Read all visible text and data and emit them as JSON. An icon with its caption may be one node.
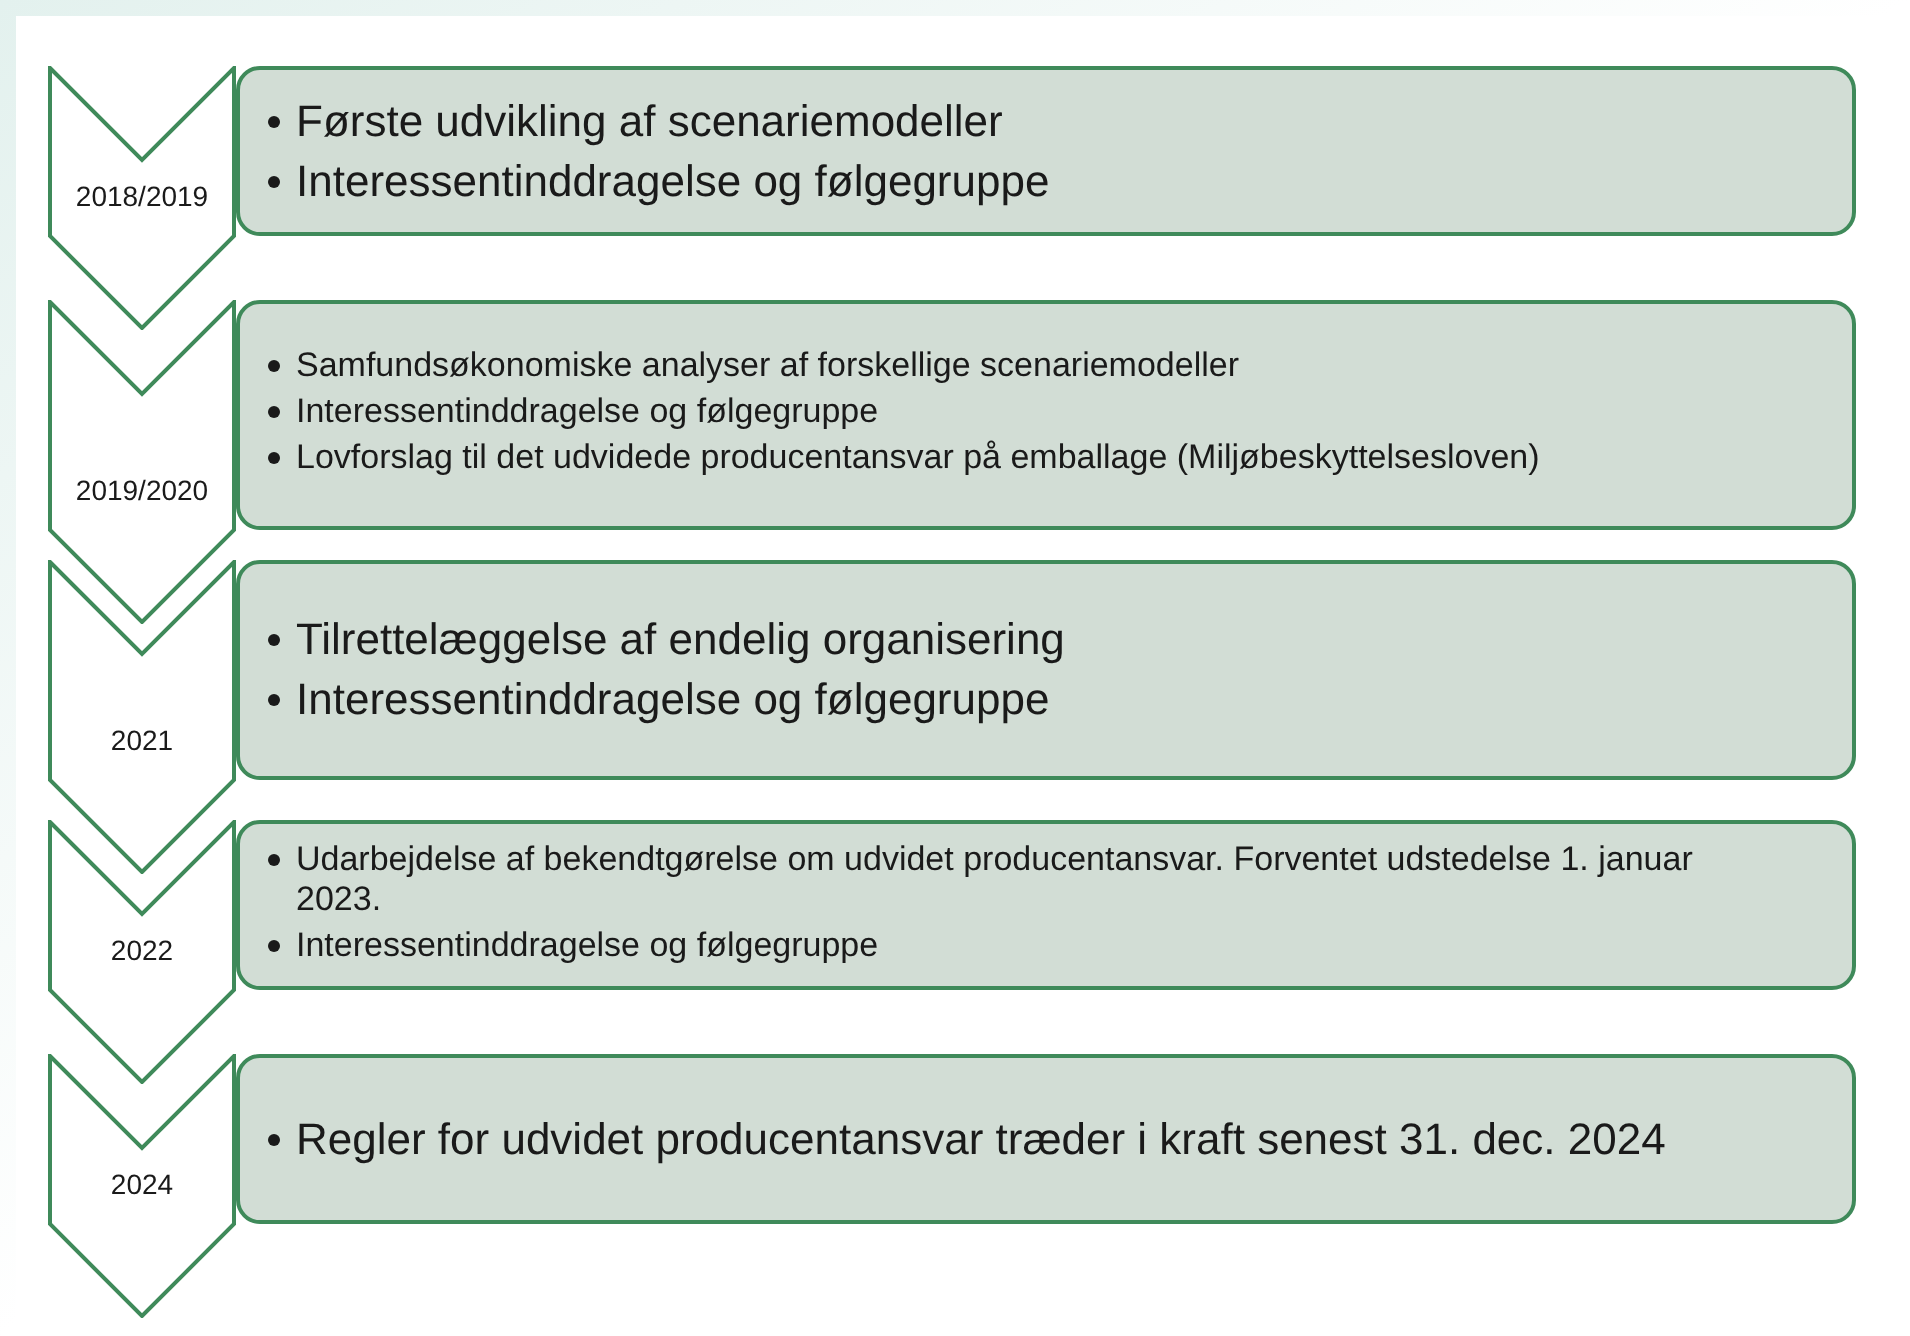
{
  "diagram": {
    "nodes": [
      {
        "text": [
          "2018/2019"
        ]
      },
      {
        "text": [
          "Første udvikling af scenariemodeller",
          "Interessentinddragelse og følgegruppe"
        ]
      },
      {
        "text": [
          "2019/2020"
        ]
      },
      {
        "text": [
          "Samfundsøkonomiske analyser af forskellige scenariemodeller",
          "Interessentinddragelse og følgegruppe",
          "Lovforslag til det udvidede producentansvar på emballage (Miljøbeskyttelsesloven)"
        ]
      },
      {
        "text": [
          "2021"
        ]
      },
      {
        "text": [
          "Tilrettelæggelse af endelig organisering",
          "Interessentinddragelse og følgegruppe"
        ]
      },
      {
        "text": [
          "2022"
        ]
      },
      {
        "text": [
          "Udarbejdelse af bekendtgørelse om udvidet producentansvar. Forventet udstedelse 1. januar 2023.",
          "Interessentinddragelse og følgegruppe"
        ]
      },
      {
        "text": [
          "2024"
        ]
      },
      {
        "text": [
          "Regler for udvidet producentansvar træder i kraft senest 31. dec. 2024"
        ]
      }
    ]
  }
}
